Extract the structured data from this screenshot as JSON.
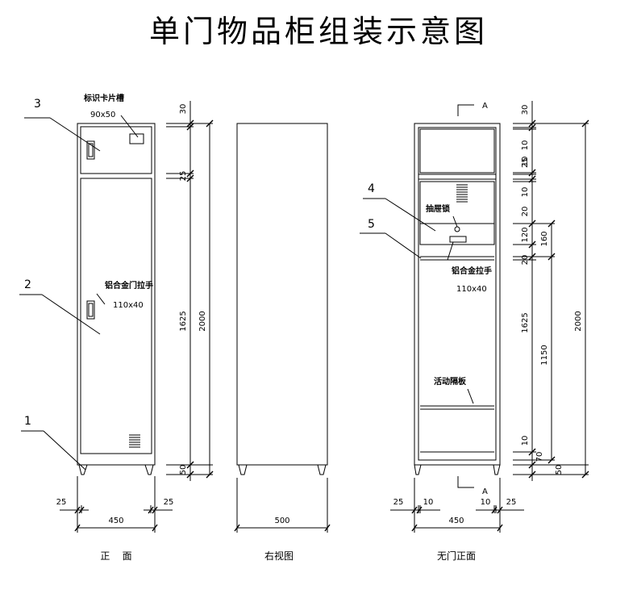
{
  "title": "单门物品柜组装示意图",
  "views": {
    "front": {
      "caption": "正    面",
      "parts": [
        "1",
        "2",
        "3"
      ],
      "notes": {
        "label_slot": "标识卡片槽",
        "label_slot_size": "90x50",
        "door_handle": "铝合金门拉手",
        "door_handle_size": "110x40"
      },
      "height_dims": [
        "30",
        "25",
        "1625",
        "50"
      ],
      "total_height": "2000",
      "width_dims": [
        "25",
        "450",
        "25"
      ]
    },
    "side": {
      "caption": "右视图",
      "width_dim": "500"
    },
    "open_front": {
      "caption": "无门正面",
      "parts": [
        "4",
        "5"
      ],
      "section_mark": "A",
      "notes": {
        "drawer_lock": "抽屉锁",
        "drawer_handle": "铝合金拉手",
        "drawer_handle_size": "110x40",
        "shelf": "活动隔板"
      },
      "height_dims_outer": [
        "30",
        "10",
        "10",
        "25",
        "10",
        "20",
        "120",
        "20",
        "1625",
        "10",
        "70",
        "50"
      ],
      "height_dims_inner": [
        "160",
        "1150"
      ],
      "total_height": "2000",
      "width_dims": [
        "25",
        "10",
        "10",
        "25"
      ],
      "width_total": "450"
    }
  }
}
